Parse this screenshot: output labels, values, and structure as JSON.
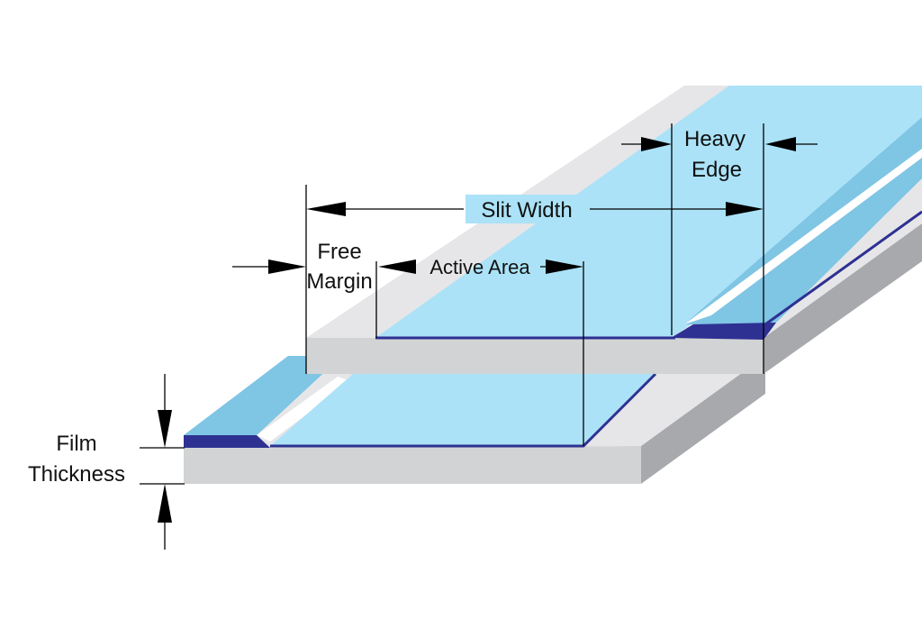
{
  "labels": {
    "heavy_edge": [
      "Heavy",
      "Edge"
    ],
    "slit_width": "Slit Width",
    "free_margin": [
      "Free",
      "Margin"
    ],
    "active_area": "Active Area",
    "film_thickness": [
      "Film",
      "Thickness"
    ]
  },
  "colors": {
    "substrate_top": "#e6e6e8",
    "substrate_side": "#d2d3d5",
    "substrate_end": "#a7a9ac",
    "active_area": "#abe2f7",
    "heavy_edge_top": "#7fc5e4",
    "edge_dark": "#2e3192",
    "dimension_lines": "#000000"
  }
}
